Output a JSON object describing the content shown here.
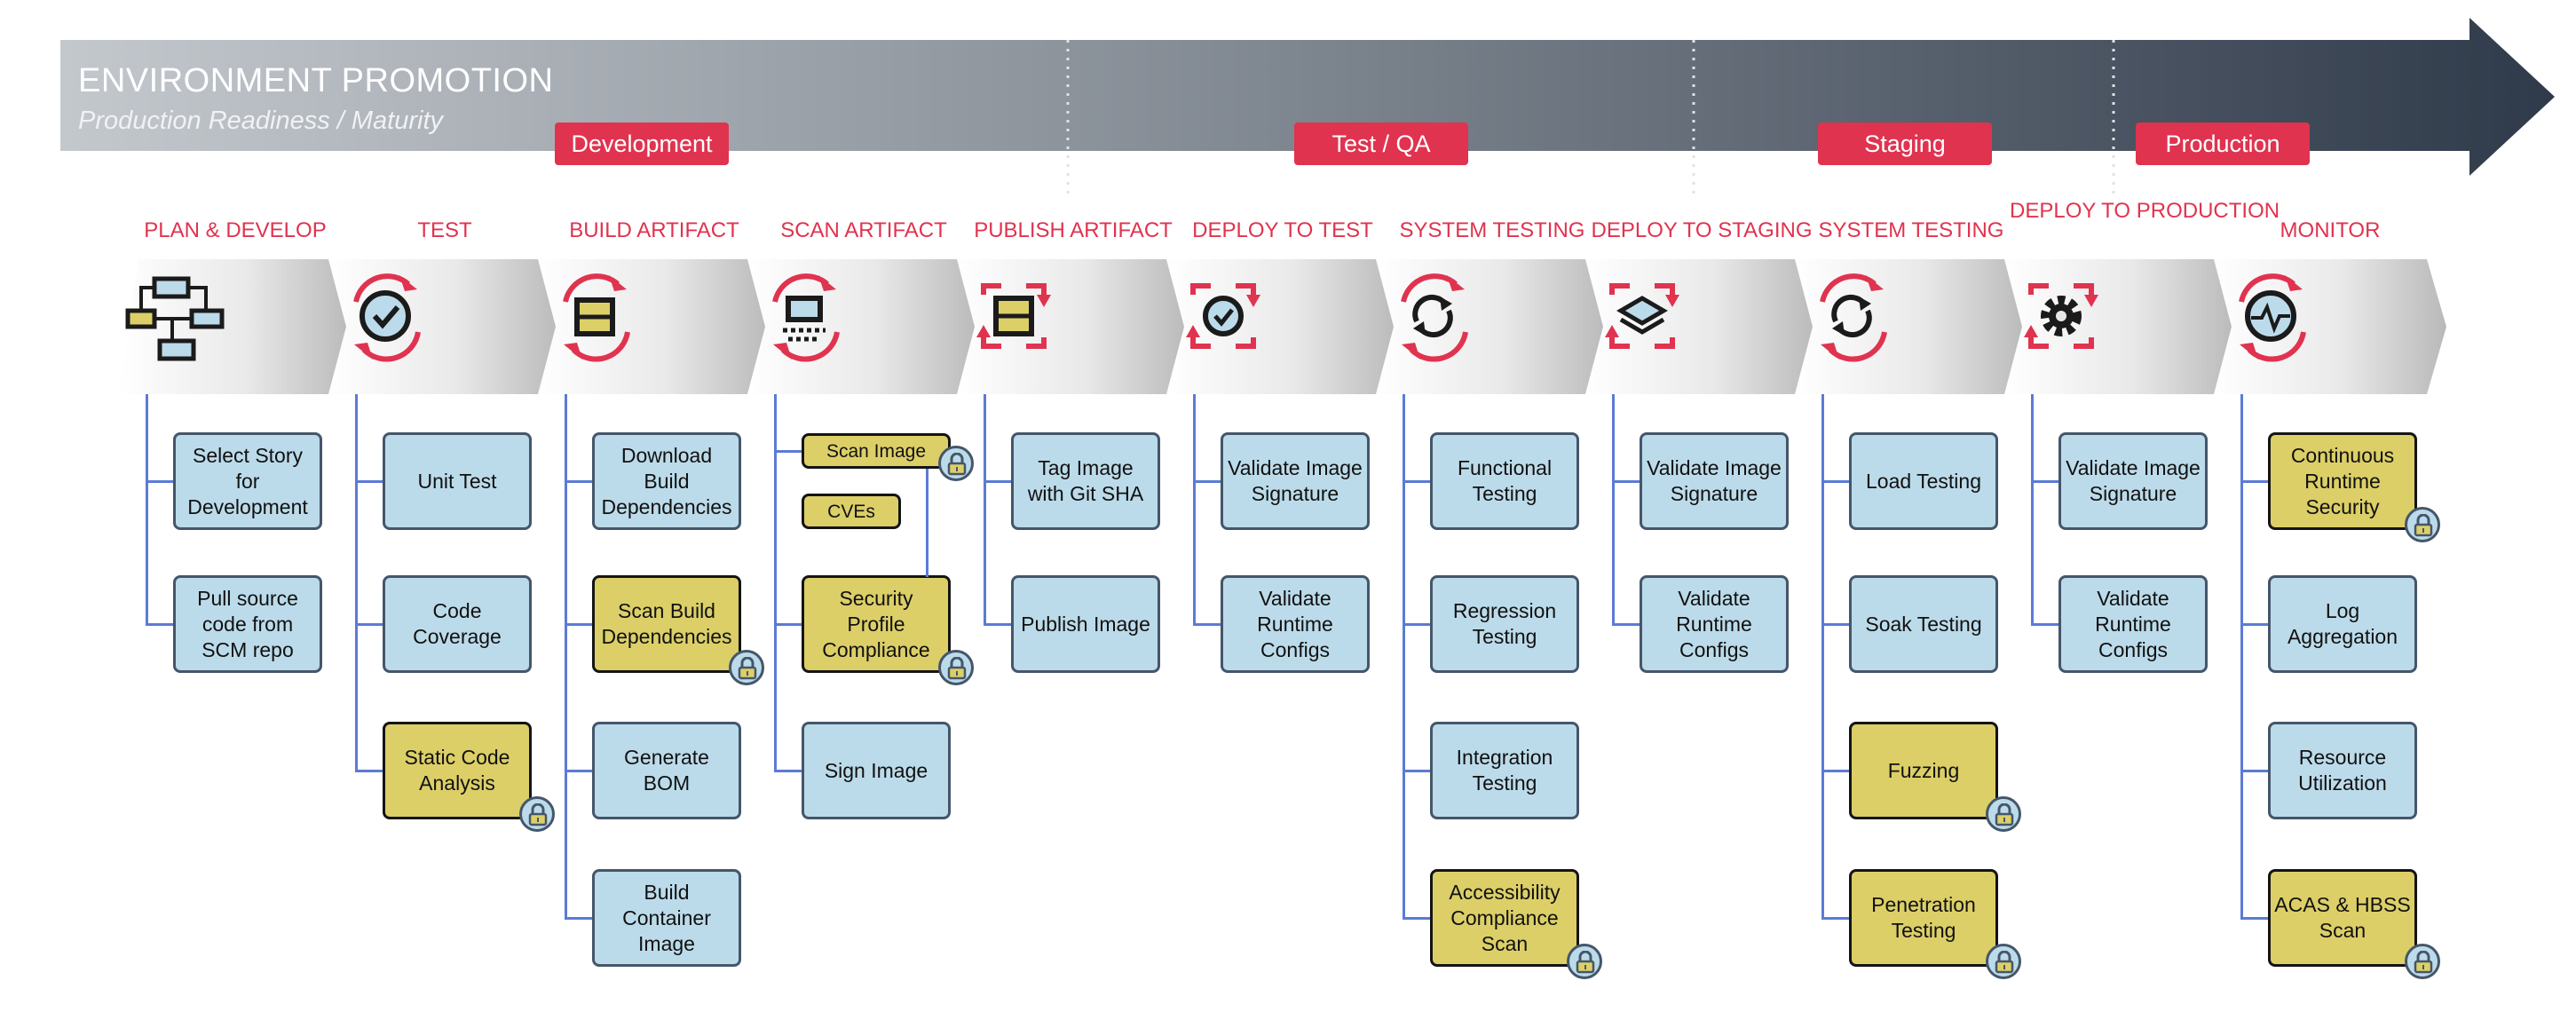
{
  "banner": {
    "title": "ENVIRONMENT PROMOTION",
    "subtitle": "Production Readiness / Maturity",
    "colors": {
      "start": "#c3c8cd",
      "end": "#2f3a4a"
    }
  },
  "environments": [
    {
      "id": "dev",
      "label": "Development"
    },
    {
      "id": "test",
      "label": "Test / QA"
    },
    {
      "id": "staging",
      "label": "Staging"
    },
    {
      "id": "prod",
      "label": "Production"
    }
  ],
  "colors": {
    "accent": "#e0334f",
    "task_fill": "#bcdbea",
    "security_fill": "#dccf68",
    "connector": "#5b7bd5"
  },
  "stages": [
    {
      "title": "PLAN & DEVELOP",
      "icon": "flowchart-icon",
      "tasks": [
        {
          "label": "Select Story for Development",
          "security": false
        },
        {
          "label": "Pull source code from SCM repo",
          "security": false
        }
      ]
    },
    {
      "title": "TEST",
      "icon": "check-cycle-icon",
      "tasks": [
        {
          "label": "Unit Test",
          "security": false
        },
        {
          "label": "Code Coverage",
          "security": false
        },
        {
          "label": "Static Code Analysis",
          "security": true
        }
      ]
    },
    {
      "title": "BUILD ARTIFACT",
      "icon": "build-cycle-icon",
      "tasks": [
        {
          "label": "Download Build Dependencies",
          "security": false
        },
        {
          "label": "Scan Build Dependencies",
          "security": true
        },
        {
          "label": "Generate BOM",
          "security": false
        },
        {
          "label": "Build Container Image",
          "security": false
        }
      ]
    },
    {
      "title": "SCAN ARTIFACT",
      "icon": "scan-cycle-icon",
      "tasks": [
        {
          "label": "Scan Image",
          "security": true
        },
        {
          "label": "CVEs",
          "security": true
        },
        {
          "label": "Security Profile Compliance",
          "security": true
        },
        {
          "label": "Sign Image",
          "security": false
        }
      ]
    },
    {
      "title": "PUBLISH ARTIFACT",
      "icon": "publish-cycle-icon",
      "tasks": [
        {
          "label": "Tag Image with Git SHA",
          "security": false
        },
        {
          "label": "Publish Image",
          "security": false
        }
      ]
    },
    {
      "title": "DEPLOY TO TEST",
      "icon": "deploy-check-icon",
      "tasks": [
        {
          "label": "Validate Image Signature",
          "security": false
        },
        {
          "label": "Validate Runtime Configs",
          "security": false
        }
      ]
    },
    {
      "title": "SYSTEM TESTING",
      "icon": "sync-cycle-icon",
      "tasks": [
        {
          "label": "Functional Testing",
          "security": false
        },
        {
          "label": "Regression Testing",
          "security": false
        },
        {
          "label": "Integration Testing",
          "security": false
        },
        {
          "label": "Accessibility Compliance Scan",
          "security": true
        }
      ]
    },
    {
      "title": "DEPLOY TO STAGING",
      "icon": "layers-cycle-icon",
      "tasks": [
        {
          "label": "Validate Image Signature",
          "security": false
        },
        {
          "label": "Validate Runtime Configs",
          "security": false
        }
      ]
    },
    {
      "title": "SYSTEM TESTING",
      "icon": "sync-cycle-icon",
      "tasks": [
        {
          "label": "Load Testing",
          "security": false
        },
        {
          "label": "Soak Testing",
          "security": false
        },
        {
          "label": "Fuzzing",
          "security": true
        },
        {
          "label": "Penetration Testing",
          "security": true
        }
      ]
    },
    {
      "title": "DEPLOY TO PRODUCTION",
      "icon": "gear-cycle-icon",
      "tasks": [
        {
          "label": "Validate Image Signature",
          "security": false
        },
        {
          "label": "Validate Runtime Configs",
          "security": false
        }
      ]
    },
    {
      "title": "MONITOR",
      "icon": "pulse-cycle-icon",
      "tasks": [
        {
          "label": "Continuous Runtime Security",
          "security": true
        },
        {
          "label": "Log Aggregation",
          "security": false
        },
        {
          "label": "Resource Utilization",
          "security": false
        },
        {
          "label": "ACAS & HBSS Scan",
          "security": true
        }
      ]
    }
  ]
}
